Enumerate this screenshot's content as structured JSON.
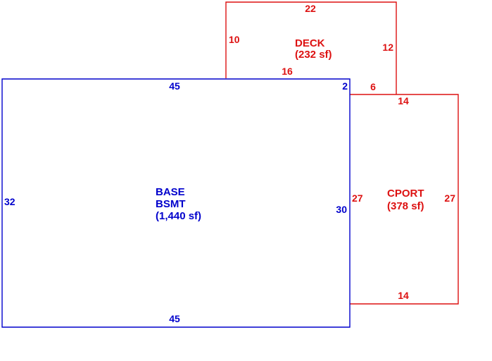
{
  "colors": {
    "base": "#0000cc",
    "addition": "#dd1111",
    "background": "#ffffff"
  },
  "base": {
    "name": "BASE",
    "subname": "BSMT",
    "area": "(1,440 sf)",
    "dims": {
      "top": "45",
      "bottom": "45",
      "left": "32",
      "right": "30",
      "notch": "2"
    }
  },
  "deck": {
    "name": "DECK",
    "area": "(232 sf)",
    "dims": {
      "top": "22",
      "left": "10",
      "right": "12",
      "bottom": "16",
      "step": "6"
    }
  },
  "cport": {
    "name": "CPORT",
    "area": "(378 sf)",
    "dims": {
      "top": "14",
      "bottom": "14",
      "left": "27",
      "right": "27"
    }
  }
}
